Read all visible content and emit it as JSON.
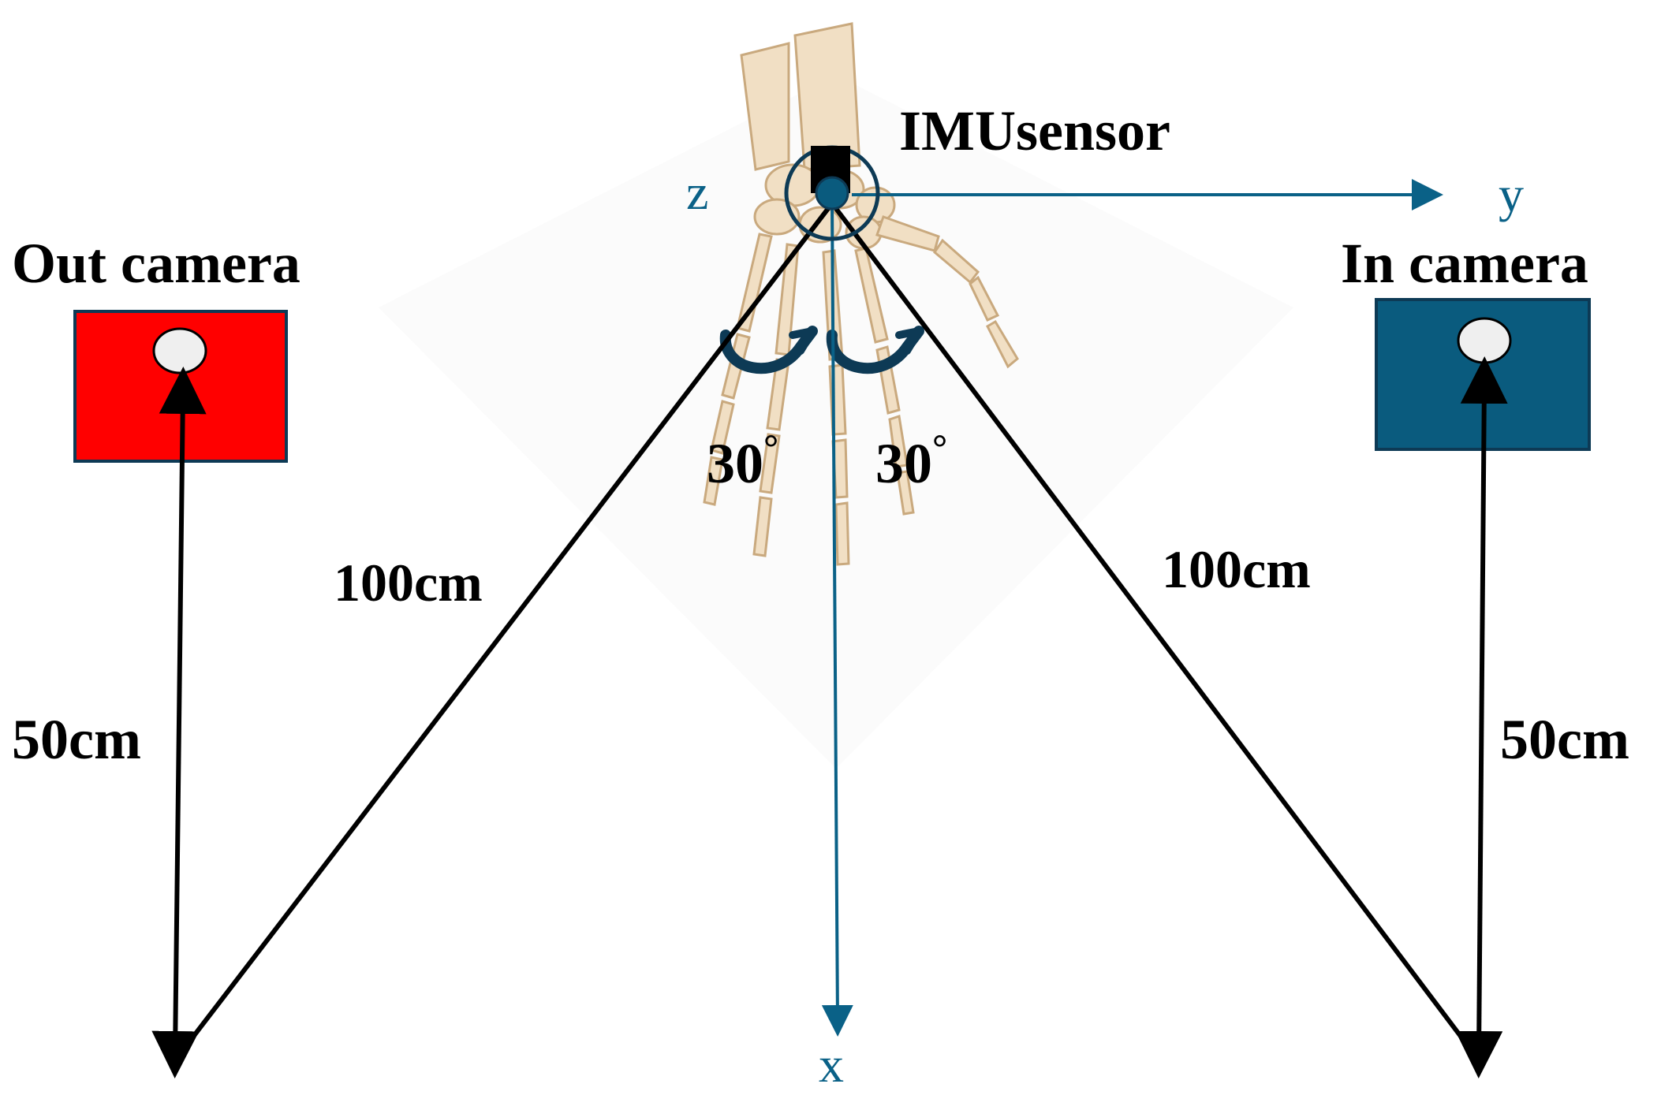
{
  "labels": {
    "sensor": "IMUsensor",
    "out_camera": "Out camera",
    "in_camera": "In camera",
    "dist_left": "100cm",
    "dist_right": "100cm",
    "height_left": "50cm",
    "height_right": "50cm",
    "angle_left": "30",
    "angle_right": "30",
    "degree_symbol": "°"
  },
  "axes": {
    "x": "x",
    "y": "y",
    "z": "z"
  },
  "colors": {
    "out_camera": "#ff0000",
    "in_camera": "#0a5b7e",
    "axis": "#0a6187",
    "lens": "#efefef",
    "bone": "#f1dfc4",
    "bone_outline": "#c9a97e",
    "rotation_arrow": "#0d3a55"
  },
  "icons": {
    "hand": "hand-skeleton-icon",
    "sensor": "imu-sensor-icon"
  }
}
